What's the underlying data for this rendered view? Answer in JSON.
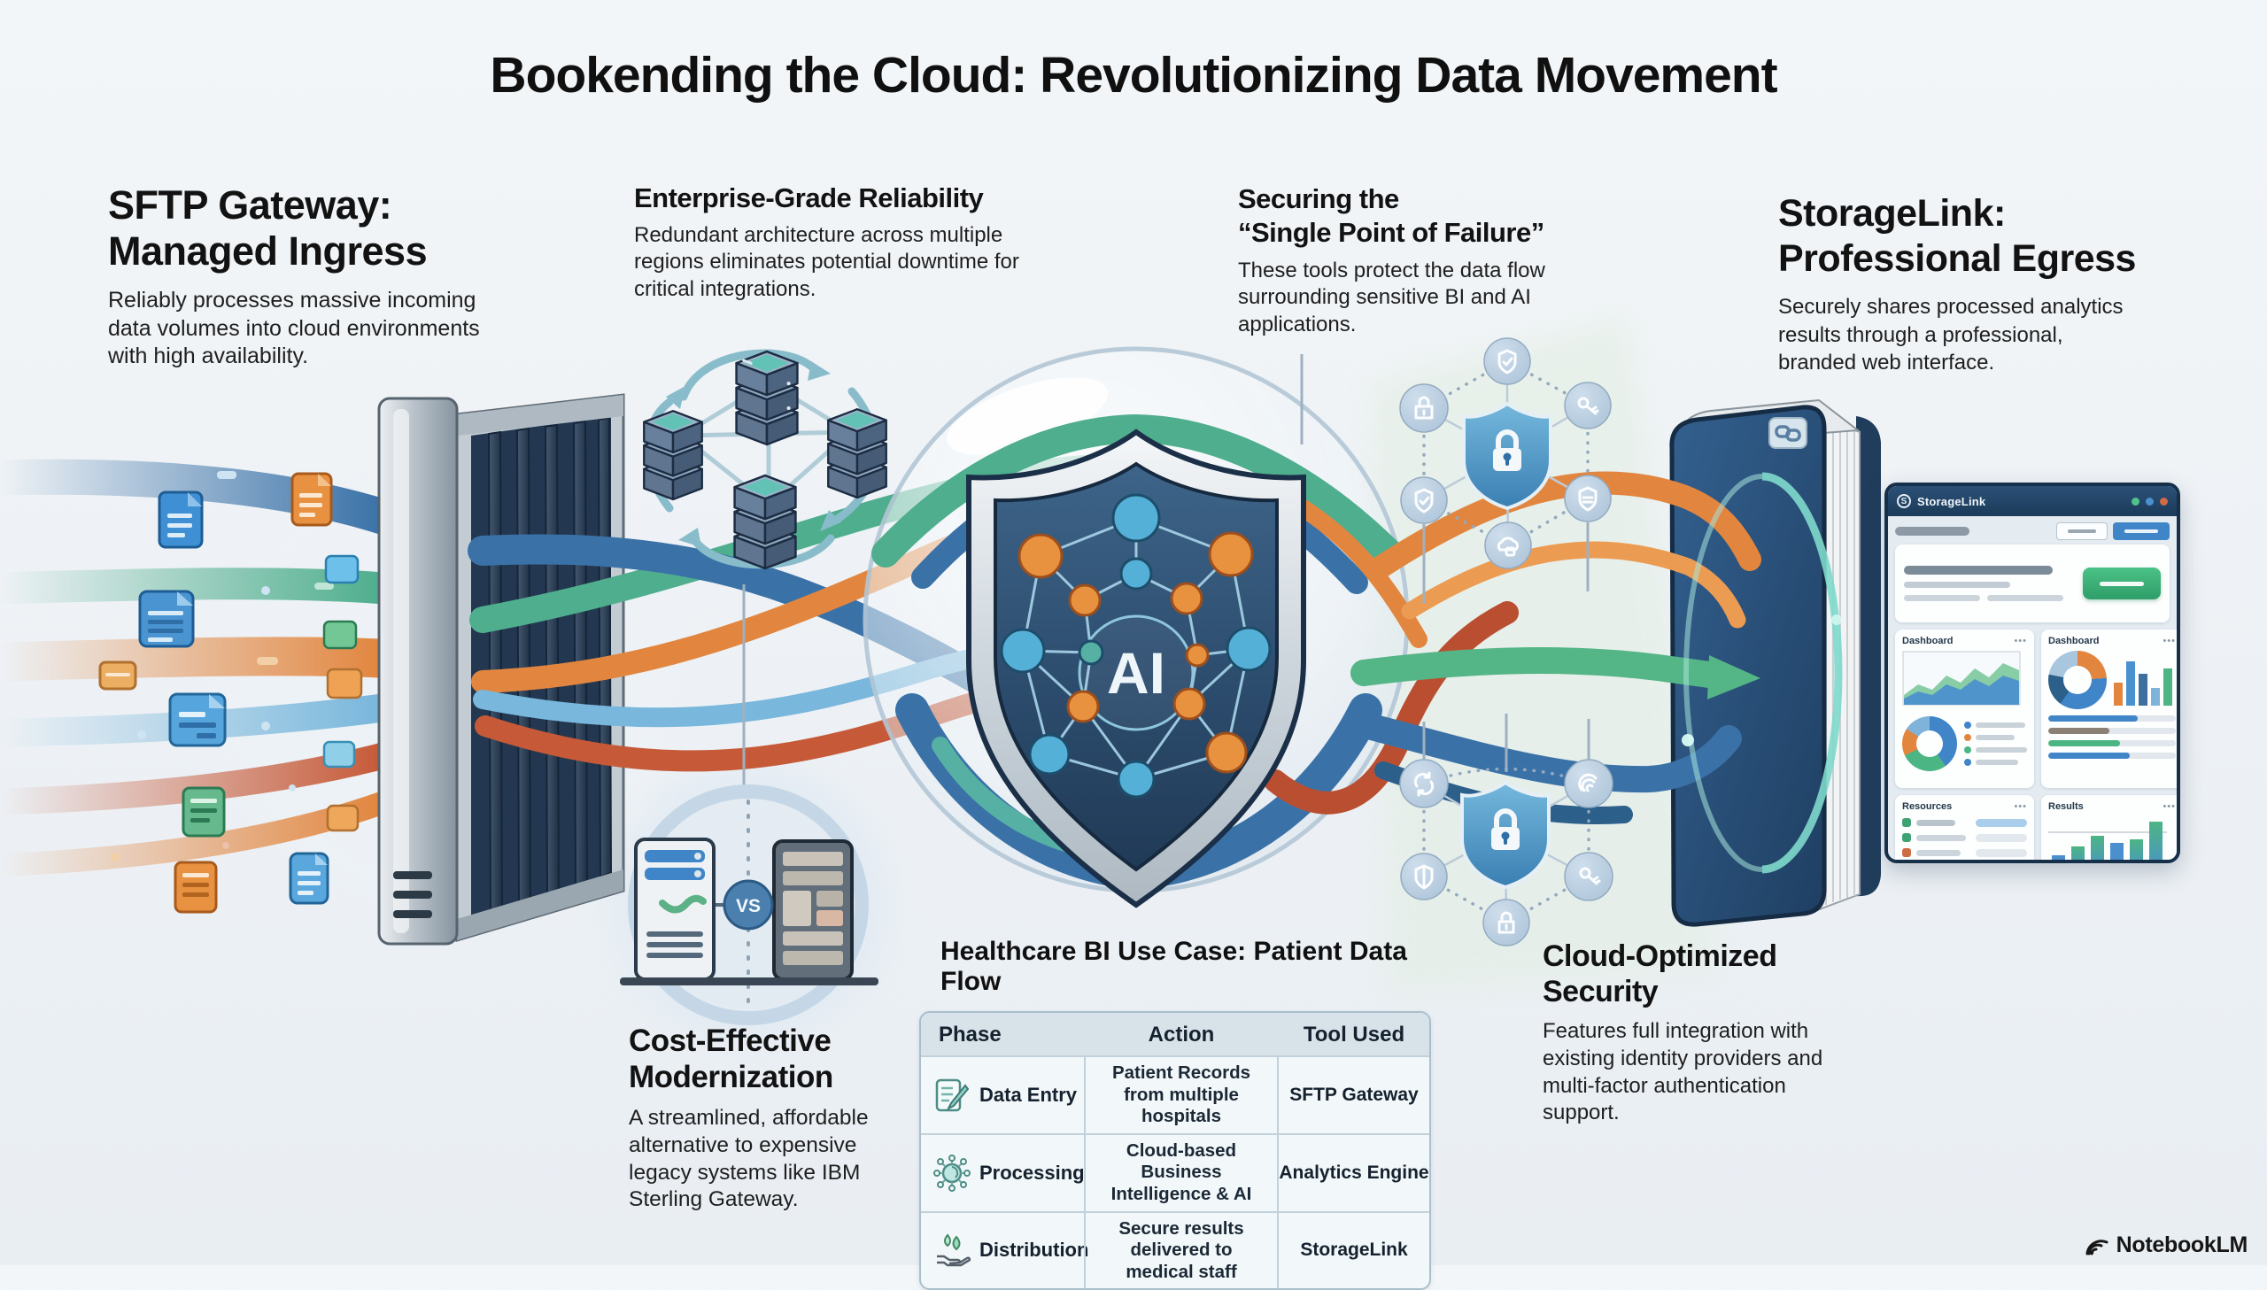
{
  "title": "Bookending the Cloud: Revolutionizing Data Movement",
  "sections": {
    "sftp": {
      "heading": "SFTP Gateway:\nManaged Ingress",
      "body": "Reliably processes massive incoming data volumes into cloud environments with high availability."
    },
    "enterprise": {
      "heading": "Enterprise-Grade Reliability",
      "body": "Redundant architecture across multiple regions eliminates potential downtime for critical integrations."
    },
    "securing": {
      "heading": "Securing the\n“Single Point of Failure”",
      "body": "These tools protect the data flow surrounding sensitive BI and AI applications."
    },
    "storagelink": {
      "heading": "StorageLink:\nProfessional Egress",
      "body": "Securely shares processed analytics results through a professional,\nbranded web interface."
    },
    "cost": {
      "heading": "Cost-Effective\nModernization",
      "body": "A streamlined, affordable alternative to expensive legacy systems like IBM Sterling Gateway."
    },
    "cloudsec": {
      "heading": "Cloud-Optimized\nSecurity",
      "body": "Features full integration with existing identity providers and multi-factor authentication support."
    }
  },
  "usecase_table": {
    "title": "Healthcare BI Use Case: Patient Data Flow",
    "headers": [
      "Phase",
      "Action",
      "Tool Used"
    ],
    "rows": [
      {
        "icon": "document-pencil-icon",
        "phase": "Data Entry",
        "action": "Patient Records from multiple hospitals",
        "tool": "SFTP Gateway"
      },
      {
        "icon": "network-nodes-icon",
        "phase": "Processing",
        "action": "Cloud-based Business Intelligence & AI",
        "tool": "Analytics Engine"
      },
      {
        "icon": "hand-drops-icon",
        "phase": "Distribution",
        "action": "Secure results delivered to medical staff",
        "tool": "StorageLink"
      }
    ]
  },
  "shield_label": "AI",
  "vs_label": "VS",
  "browser": {
    "brand": "StorageLink",
    "logo_letter": "S",
    "cards": [
      {
        "title": "Dashboard"
      },
      {
        "title": "Dashboard"
      },
      {
        "title": "Resources"
      },
      {
        "title": "Results"
      }
    ]
  },
  "watermark": "NotebookLM",
  "colors": {
    "accent_blue": "#3f85c8",
    "accent_green": "#4cb584",
    "accent_orange": "#e2863f",
    "accent_red": "#c65a38",
    "shield_navy": "#24415f",
    "silver": "#cfd6dc",
    "background": "#eef2f6"
  }
}
